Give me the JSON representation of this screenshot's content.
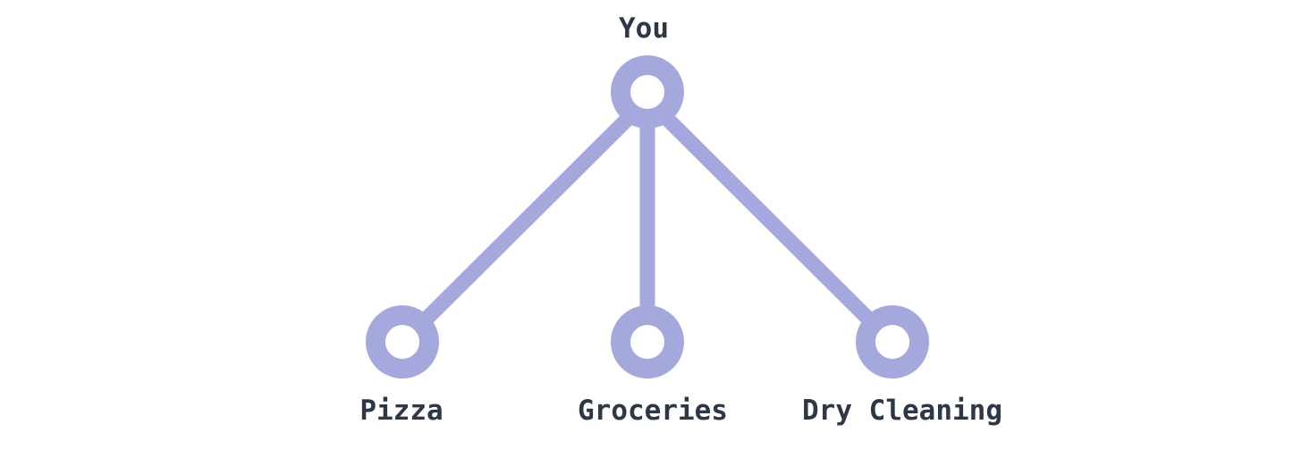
{
  "colors": {
    "line": "#a5a8dc",
    "text": "#2d3748",
    "background": "#ffffff"
  },
  "diagram": {
    "root": {
      "id": "you",
      "label": "You"
    },
    "children": [
      {
        "id": "pizza",
        "label": "Pizza"
      },
      {
        "id": "groceries",
        "label": "Groceries"
      },
      {
        "id": "dry-cleaning",
        "label": "Dry Cleaning"
      }
    ]
  }
}
